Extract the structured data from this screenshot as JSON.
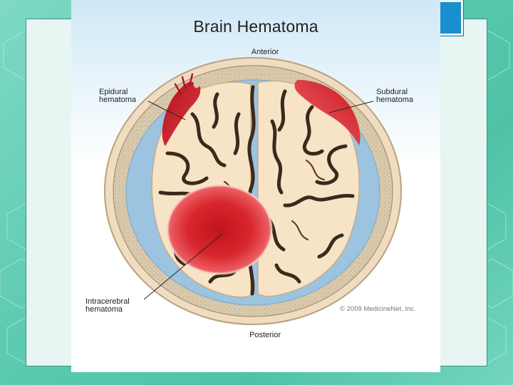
{
  "figure": {
    "title": "Brain Hematoma",
    "labels": {
      "anterior": "Anterior",
      "posterior": "Posterior",
      "epidural": [
        "Epidural",
        "hematoma"
      ],
      "subdural": [
        "Subdural",
        "hematoma"
      ],
      "intracerebral": [
        "Intracerebral",
        "hematoma"
      ]
    },
    "copyright": "© 2009 MedicineNet, Inc."
  },
  "colors": {
    "background": "#5ccbb0",
    "slide": "#e8f6f3",
    "accent": "#1a8ecf",
    "skull": "#d9c6a8",
    "csf": "#9cc3df",
    "brain": "#f7e3c6",
    "sulci": "#3b2a1a",
    "blood": "#d3202a"
  }
}
